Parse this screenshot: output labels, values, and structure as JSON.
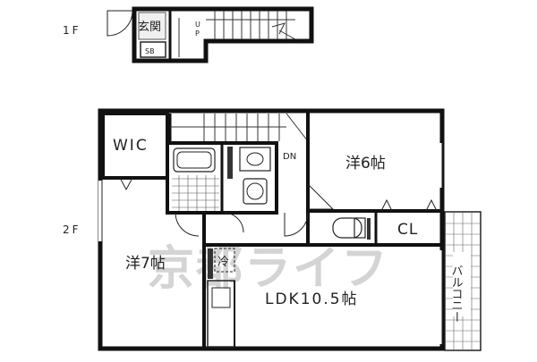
{
  "floors": {
    "first": "1F",
    "second": "2F"
  },
  "rooms": {
    "entrance": "玄関",
    "shoe_box": "SB",
    "stair_up": "UP",
    "stair_down": "DN",
    "walk_in_closet": "WIC",
    "western_6": "洋6帖",
    "western_7": "洋7帖",
    "closet": "CL",
    "ldk": "LDK10.5帖",
    "fridge": "冷",
    "balcony": "バルコニー"
  },
  "watermark": "京都ライフ"
}
